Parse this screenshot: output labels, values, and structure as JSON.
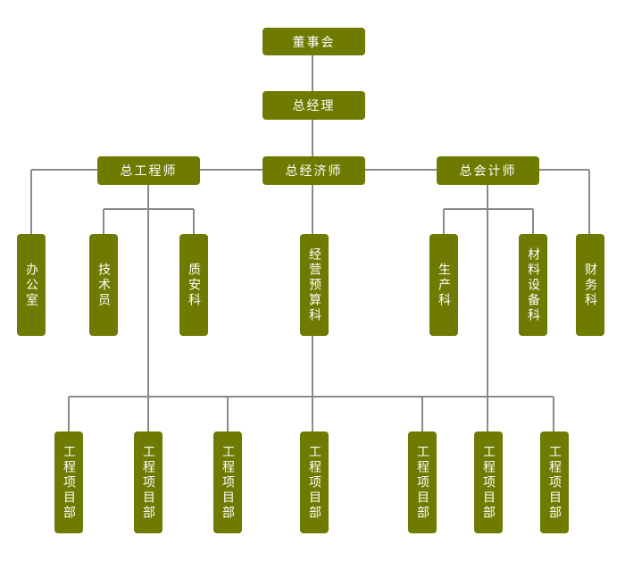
{
  "org": {
    "board": "董事会",
    "gm": "总经理",
    "chief_engineer": "总工程师",
    "chief_economist": "总经济师",
    "chief_accountant": "总会计师",
    "office": "办公室",
    "technician": "技术员",
    "quality_safety": "质安科",
    "budget": "经营预算科",
    "production": "生产科",
    "materials": "材料设备科",
    "finance": "财务科",
    "project_depts": [
      "工程项目部",
      "工程项目部",
      "工程项目部",
      "工程项目部",
      "工程项目部",
      "工程项目部",
      "工程项目部"
    ]
  },
  "colors": {
    "node": "#6e7b00",
    "line": "#8a8a8a",
    "text": "#ffffff"
  }
}
